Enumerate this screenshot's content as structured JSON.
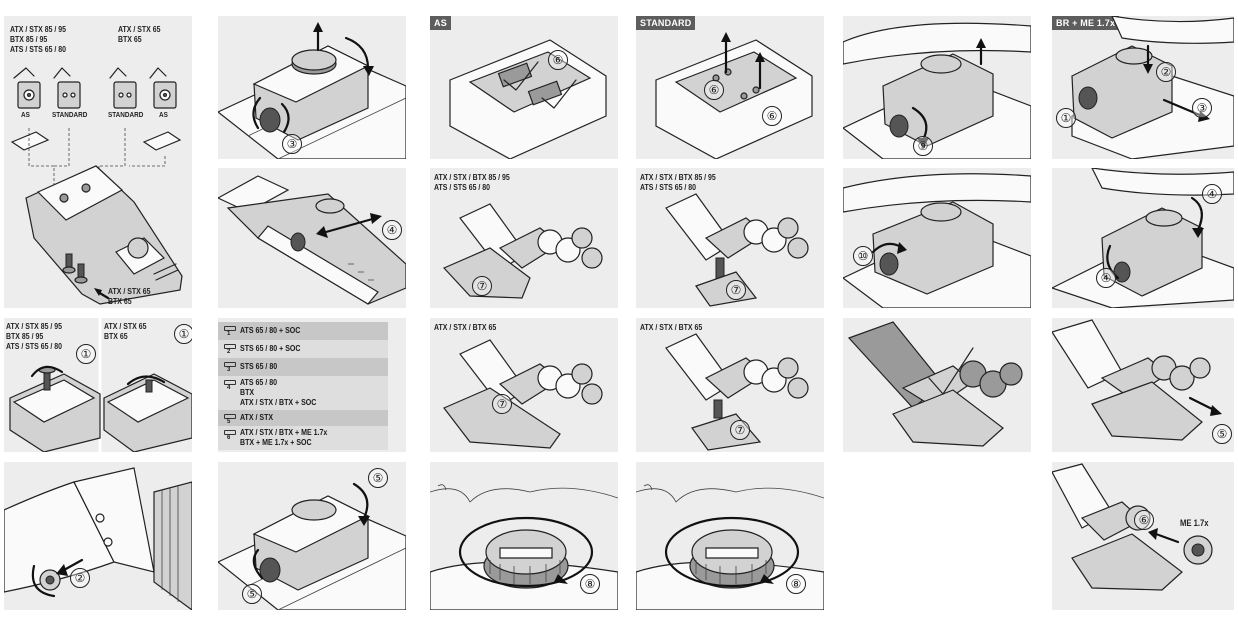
{
  "panels": {
    "p1": {
      "caption_left": "ATX / STX 85 / 95\nBTX 85 / 95\nATS / STS 65 / 80",
      "caption_right": "ATX / STX 65\nBTX 65",
      "plate_labels": [
        "AS",
        "STANDARD",
        "STANDARD",
        "AS"
      ],
      "callout": "ATX / STX 65\nBTX 65"
    },
    "p2": {
      "steps": [
        "③"
      ]
    },
    "p3": {
      "tag": "AS",
      "steps": [
        "⑥"
      ]
    },
    "p4": {
      "tag": "STANDARD",
      "steps": [
        "⑥",
        "⑥"
      ]
    },
    "p5": {
      "steps": [
        "⑨"
      ]
    },
    "p6": {
      "tag": "BR + ME 1.7x",
      "steps": [
        "①",
        "②",
        "③"
      ]
    },
    "p7": {
      "steps": [
        "④"
      ]
    },
    "p8": {
      "caption": "ATX / STX / BTX 85 / 95\nATS / STS 65 / 80",
      "steps": [
        "⑦"
      ]
    },
    "p9": {
      "caption": "ATX / STX / BTX 85 / 95\nATS / STS 65 / 80",
      "steps": [
        "⑦"
      ]
    },
    "p10": {
      "steps": [
        "⑩"
      ]
    },
    "p11": {
      "steps": [
        "④",
        "④"
      ]
    },
    "p12": {
      "caption_left": "ATX / STX 85 / 95\nBTX 85 / 95\nATS / STS 65 / 80",
      "caption_right": "ATX / STX 65\nBTX 65",
      "steps": [
        "①",
        "①"
      ]
    },
    "legend": {
      "rows": [
        {
          "n": "1",
          "text": "ATS 65 / 80 + SOC"
        },
        {
          "n": "2",
          "text": "STS 65 / 80 + SOC"
        },
        {
          "n": "3",
          "text": "STS 65 / 80"
        },
        {
          "n": "4",
          "text": "ATS 65 / 80\nBTX\nATX / STX / BTX + SOC"
        },
        {
          "n": "5",
          "text": "ATX / STX"
        },
        {
          "n": "6",
          "text": "ATX / STX / BTX + ME 1.7x\nBTX + ME 1.7x + SOC"
        }
      ]
    },
    "p13": {
      "caption": "ATX / STX / BTX 65",
      "steps": [
        "⑦"
      ]
    },
    "p14": {
      "caption": "ATX / STX / BTX 65",
      "steps": [
        "⑦"
      ]
    },
    "p16": {
      "steps": [
        "⑤"
      ]
    },
    "p17": {
      "steps": [
        "②"
      ]
    },
    "p18": {
      "steps": [
        "⑤",
        "⑤"
      ]
    },
    "p19": {
      "steps": [
        "⑧"
      ]
    },
    "p20": {
      "steps": [
        "⑧"
      ]
    },
    "p21": {
      "label": "ME 1.7x",
      "steps": [
        "⑥"
      ]
    }
  }
}
